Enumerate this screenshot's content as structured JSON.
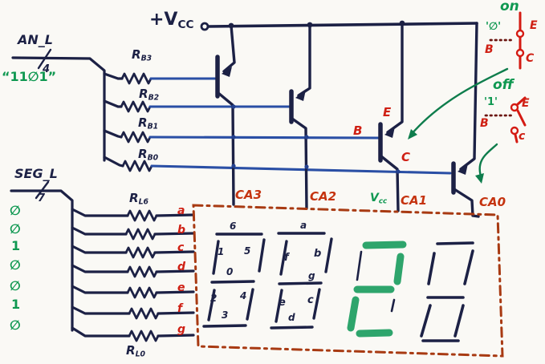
{
  "colors": {
    "ink_navy": "#1c2145",
    "wire_blue": "#2a4fa5",
    "label_red": "#cf2014",
    "pin_red": "#c5330f",
    "accent_green": "#0f9851",
    "segment_green": "#2ea56c",
    "box_dash_red": "#a83a12",
    "switch_red": "#d41a12",
    "arrow_green": "#0e7d4c",
    "paper": "#faf9f5"
  },
  "power": {
    "label": "+V",
    "sub": "CC"
  },
  "anode_bus": {
    "label": "AN_L",
    "bus_width": "4",
    "value": "“11∅1”",
    "resistors": [
      {
        "name": "R",
        "sub": "B3"
      },
      {
        "name": "R",
        "sub": "B2"
      },
      {
        "name": "R",
        "sub": "B1"
      },
      {
        "name": "R",
        "sub": "B0"
      }
    ]
  },
  "segment_bus": {
    "label": "SEG_L",
    "bus_width": "7",
    "bits": [
      "∅",
      "∅",
      "1",
      "∅",
      "∅",
      "1",
      "∅"
    ],
    "first_resistor": {
      "name": "R",
      "sub": "L6"
    },
    "last_resistor": {
      "name": "R",
      "sub": "L0"
    },
    "segment_labels": [
      "a",
      "b",
      "c",
      "d",
      "e",
      "f",
      "g"
    ]
  },
  "transistor": {
    "emitter": "E",
    "base": "B",
    "collector": "C"
  },
  "display": {
    "pins": [
      "CA3",
      "CA2",
      "CA1",
      "CA0"
    ],
    "vcc_pin": {
      "name": "V",
      "sub": "cc"
    },
    "digit1_pin_numbers": {
      "a": "6",
      "f": "1",
      "b": "5",
      "g": "0",
      "e": "2",
      "c": "4",
      "d": "3"
    },
    "digit2_segment_names": {
      "a": "a",
      "f": "f",
      "b": "b",
      "g": "g",
      "e": "e",
      "c": "c",
      "d": "d"
    },
    "digit3_value": "2",
    "digit3_on_segments": [
      "a",
      "b",
      "g",
      "e",
      "d"
    ],
    "digit4_value": ""
  },
  "switch_legend": {
    "on": {
      "title": "on",
      "logic_level": "'∅'",
      "base": "B",
      "emitter": "E",
      "collector": "C",
      "state": "closed"
    },
    "off": {
      "title": "off",
      "logic_level": "'1'",
      "base": "B",
      "emitter": "E",
      "collector": "c",
      "state": "open"
    }
  }
}
